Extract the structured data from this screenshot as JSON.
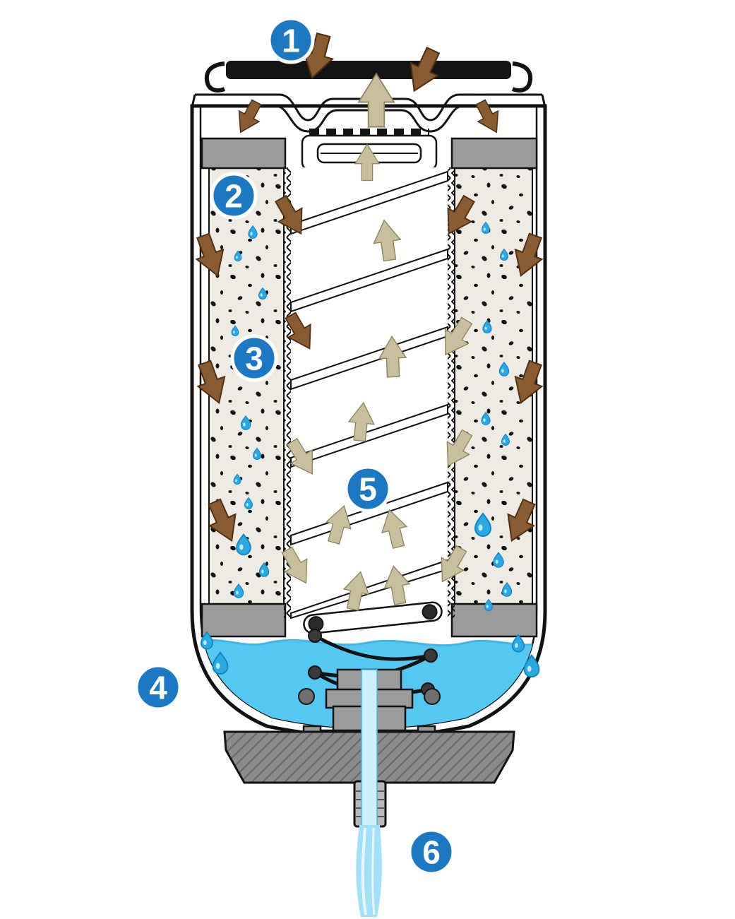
{
  "diagram": {
    "type": "fuel-filter-water-separator-cutaway",
    "callouts": [
      {
        "label": "1"
      },
      {
        "label": "2"
      },
      {
        "label": "3"
      },
      {
        "label": "4"
      },
      {
        "label": "5"
      },
      {
        "label": "6"
      }
    ],
    "colors": {
      "badge_blue": "#1c78c2",
      "arrow_brown": "#8a5c34",
      "arrow_tan": "#c8bf9e",
      "water_blue": "#55c8f2",
      "droplet_blue": "#2aa9e2",
      "metal_gray": "#9b9b9b",
      "base_gray": "#8b8b8b",
      "media_fill": "#edebe4",
      "stream_blue": "#a3e0f8",
      "outline": "#121212"
    }
  }
}
